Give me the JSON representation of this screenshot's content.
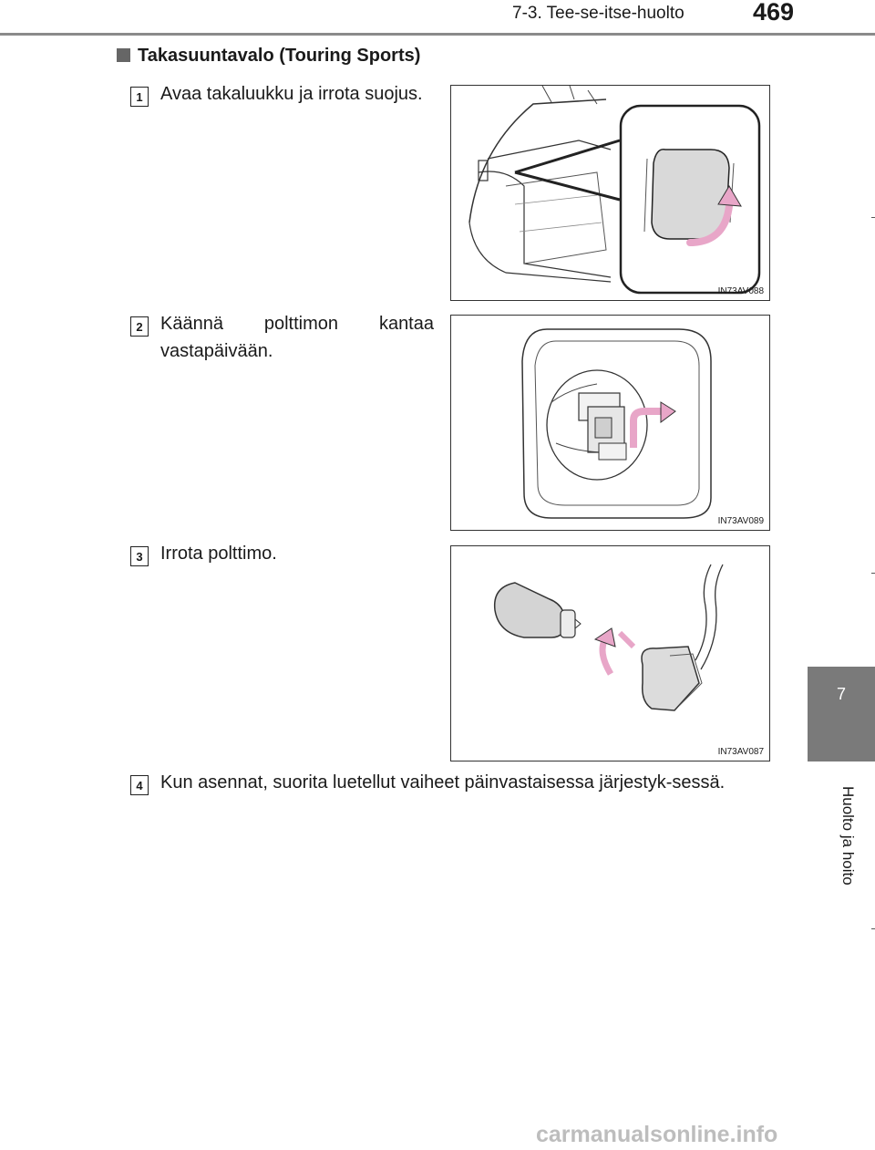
{
  "header": {
    "section": "7-3. Tee-se-itse-huolto",
    "page_number": "469"
  },
  "side_tab": {
    "chapter_number": "7",
    "chapter_title": "Huolto ja hoito"
  },
  "section": {
    "title": "Takasuuntavalo (Touring Sports)"
  },
  "steps": [
    {
      "number": "1",
      "text": "Avaa takaluukku ja irrota suojus.",
      "figure_code": "IN73AV088"
    },
    {
      "number": "2",
      "text": "Käännä polttimon kantaa vastapäivään.",
      "figure_code": "IN73AV089"
    },
    {
      "number": "3",
      "text": "Irrota polttimo.",
      "figure_code": "IN73AV087"
    },
    {
      "number": "4",
      "text": "Kun asennat, suorita luetellut vaiheet päinvastaisessa järjestyk-sessä."
    }
  ],
  "watermark": "carmanualsonline.info",
  "colors": {
    "arrow_pink": "#e8a6c8",
    "tab_gray": "#7a7a7a"
  }
}
